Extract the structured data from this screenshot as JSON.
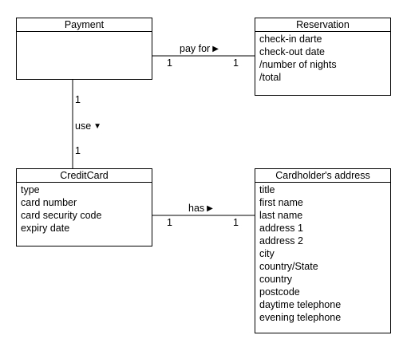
{
  "classes": {
    "payment": {
      "name": "Payment",
      "attributes": []
    },
    "reservation": {
      "name": "Reservation",
      "attributes": [
        "check-in darte",
        "check-out date",
        "/number of nights",
        "/total"
      ]
    },
    "creditcard": {
      "name": "CreditCard",
      "attributes": [
        "type",
        "card number",
        "card security code",
        "expiry date"
      ]
    },
    "address": {
      "name": "Cardholder's address",
      "attributes": [
        "title",
        "first name",
        "last name",
        "address 1",
        "address 2",
        "city",
        "country/State",
        "country",
        "postcode",
        "daytime telephone",
        "evening telephone"
      ]
    }
  },
  "associations": {
    "pay_for": {
      "label": "pay for",
      "arrow": "▶",
      "mult_source": "1",
      "mult_target": "1"
    },
    "use": {
      "label": "use",
      "arrow": "▼",
      "mult_source": "1",
      "mult_target": "1"
    },
    "has": {
      "label": "has",
      "arrow": "▶",
      "mult_source": "1",
      "mult_target": "1"
    }
  }
}
